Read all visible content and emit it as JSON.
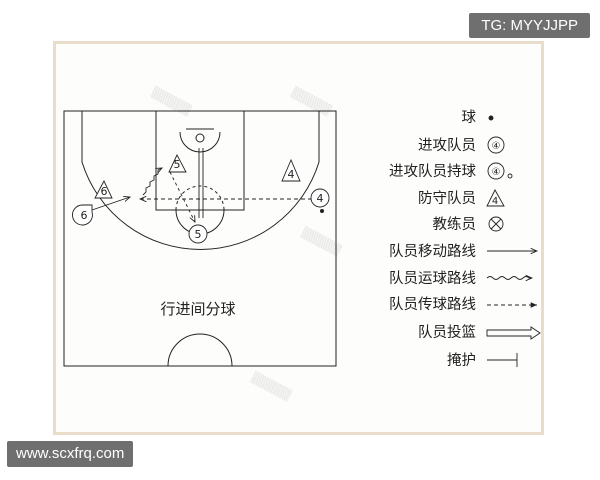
{
  "overlay": {
    "tg_label": "TG: MYYJJPP",
    "site_label": "www.scxfrq.com"
  },
  "diagram": {
    "court_title": "行进间分球",
    "players": {
      "shooter_center": "5",
      "shooter_high": "5",
      "wing_right": "4",
      "wing_right_ball": "4",
      "left_defender": "6",
      "left_attacker": "6"
    },
    "legend": [
      {
        "label": "球",
        "symbol": "ball-dot"
      },
      {
        "label": "进攻队员",
        "symbol": "circled-4",
        "text": "④"
      },
      {
        "label": "进攻队员持球",
        "symbol": "circled-4-ball",
        "text": "④"
      },
      {
        "label": "防守队员",
        "symbol": "triangle-4",
        "text": "4"
      },
      {
        "label": "教练员",
        "symbol": "coach-cross-circle"
      },
      {
        "label": "队员移动路线",
        "symbol": "solid-arrow"
      },
      {
        "label": "队员运球路线",
        "symbol": "wavy-arrow"
      },
      {
        "label": "队员传球路线",
        "symbol": "dashed-arrow"
      },
      {
        "label": "队员投篮",
        "symbol": "double-arrow"
      },
      {
        "label": "掩护",
        "symbol": "screen-t"
      }
    ]
  },
  "colors": {
    "frame": "#e8dccb",
    "ink": "#222222",
    "badge": "#6f6f6f"
  }
}
